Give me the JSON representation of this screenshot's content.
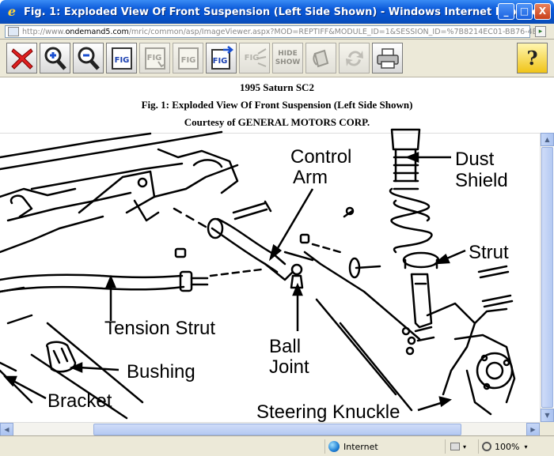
{
  "window": {
    "title": "Fig. 1: Exploded View Of Front Suspension (Left Side Shown) - Windows Internet Explorer",
    "minimize": "_",
    "maximize": "□",
    "close": "X"
  },
  "address": {
    "prefix": "http://www.",
    "domain": "ondemand5.com",
    "rest": "/mric/common/asp/ImageViewer.aspx?MOD=REPTIFF&MODULE_ID=1&SESSION_ID=%7B8214EC01-BB76-4E"
  },
  "toolbar": {
    "buttons": [
      {
        "name": "close-figure-button",
        "icon": "red-x-icon",
        "enabled": true
      },
      {
        "name": "zoom-in-button",
        "icon": "zoom-in-icon",
        "enabled": true
      },
      {
        "name": "zoom-out-button",
        "icon": "zoom-out-icon",
        "enabled": true
      },
      {
        "name": "fit-button",
        "icon": "fig-icon",
        "enabled": true
      },
      {
        "name": "fig-hand-button",
        "icon": "fig-hand-icon",
        "enabled": false
      },
      {
        "name": "fig-page-button",
        "icon": "fig-page-icon",
        "enabled": false
      },
      {
        "name": "fig-next-button",
        "icon": "fig-arrow-icon",
        "enabled": true
      },
      {
        "name": "fig-lines-button",
        "icon": "fig-lines-icon",
        "enabled": false
      },
      {
        "name": "hide-show-button",
        "icon": "hide-show-icon",
        "enabled": false
      },
      {
        "name": "paint-button",
        "icon": "paint-bucket-icon",
        "enabled": false
      },
      {
        "name": "rotate-button",
        "icon": "rotate-icon",
        "enabled": false
      },
      {
        "name": "print-button",
        "icon": "printer-icon",
        "enabled": true
      },
      {
        "name": "help-button",
        "icon": "help-icon",
        "enabled": true
      }
    ],
    "hide_label": "HIDE",
    "show_label": "SHOW",
    "fig_label": "FIG",
    "help_label": "?"
  },
  "header": {
    "vehicle": "1995 Saturn SC2",
    "figure_title": "Fig. 1: Exploded View Of Front Suspension (Left Side Shown)",
    "courtesy": "Courtesy of GENERAL MOTORS CORP."
  },
  "figure": {
    "labels": {
      "control_arm_1": "Control",
      "control_arm_2": "Arm",
      "dust_shield_1": "Dust",
      "dust_shield_2": "Shield",
      "strut": "Strut",
      "tension_strut": "Tension Strut",
      "ball_joint_1": "Ball",
      "ball_joint_2": "Joint",
      "bushing": "Bushing",
      "bracket": "Bracket",
      "steering_knuckle": "Steering Knuckle"
    }
  },
  "status": {
    "zone": "Internet",
    "zoom": "100%"
  }
}
